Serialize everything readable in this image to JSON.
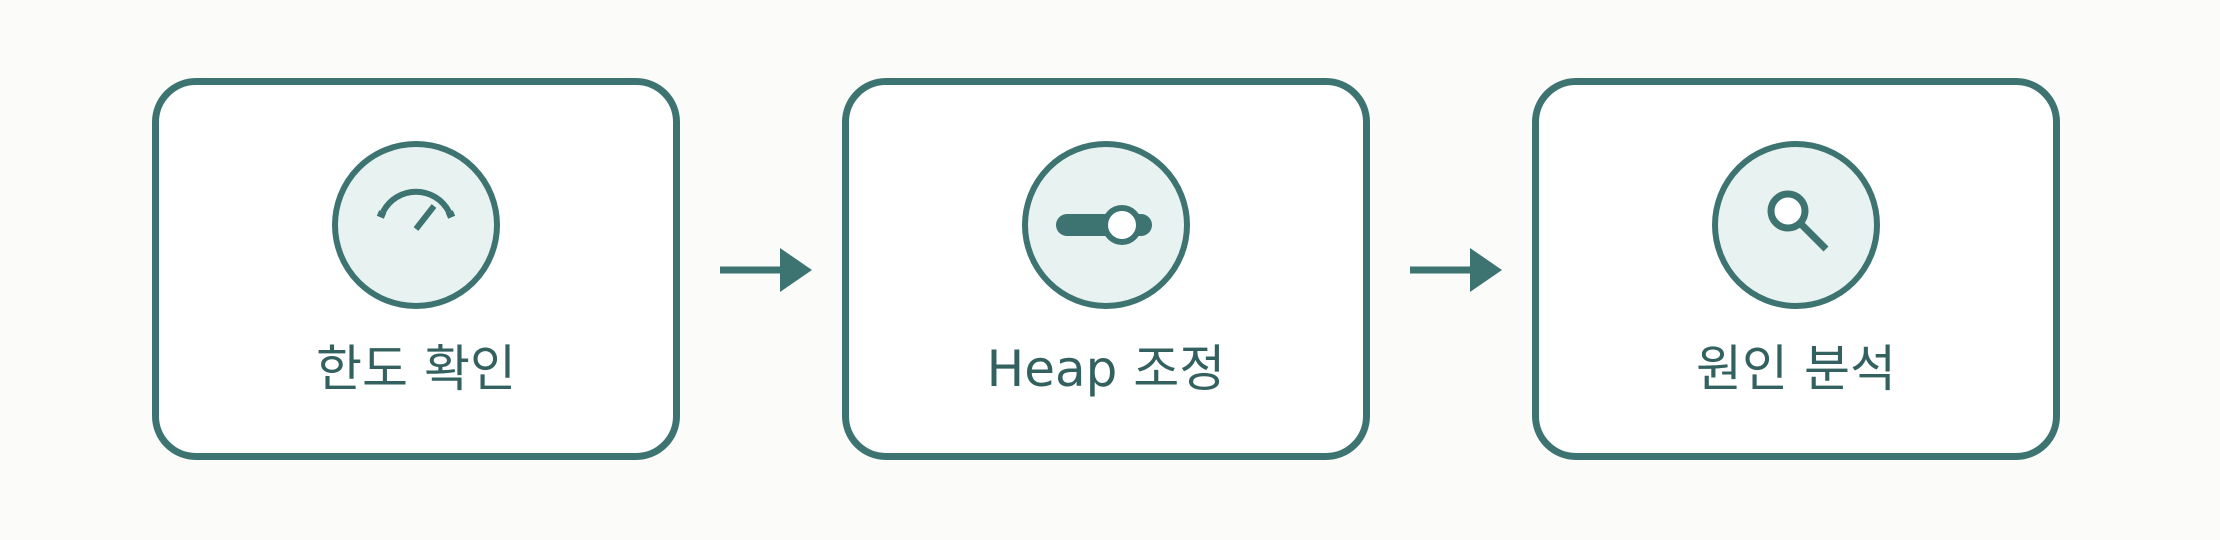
{
  "colors": {
    "background": "#fbfbfa",
    "card_border": "#3d7471",
    "card_fill": "#ffffff",
    "icon_fill": "#e8f2f0",
    "label_text": "#33615f"
  },
  "steps": [
    {
      "label": "한도 확인",
      "icon": "gauge-icon"
    },
    {
      "label": "Heap 조정",
      "icon": "toggle-slider-icon"
    },
    {
      "label": "원인 분석",
      "icon": "magnifier-icon"
    }
  ]
}
